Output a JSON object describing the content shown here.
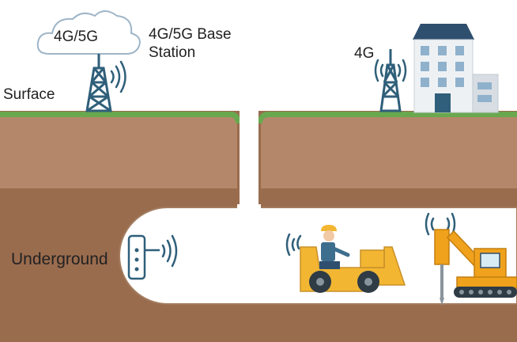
{
  "labels": {
    "cloud": "4G/5G",
    "base_station_line1": "4G/5G Base",
    "base_station_line2": "Station",
    "surface": "Surface",
    "right_tower": "4G",
    "underground": "Underground"
  },
  "icons": [
    "cloud-icon",
    "cell-tower-icon",
    "signal-waves-icon",
    "building-icon",
    "wall-router-icon",
    "loader-vehicle-icon",
    "worker-icon",
    "drill-rig-icon"
  ],
  "colors": {
    "grass": "#6aa84f",
    "soil_light": "#b5876a",
    "soil_dark": "#9a6c4e",
    "tower": "#2f5f7a",
    "vehicle": "#f2b632",
    "drill": "#f0a21c",
    "building_roof": "#2f4f6f"
  }
}
